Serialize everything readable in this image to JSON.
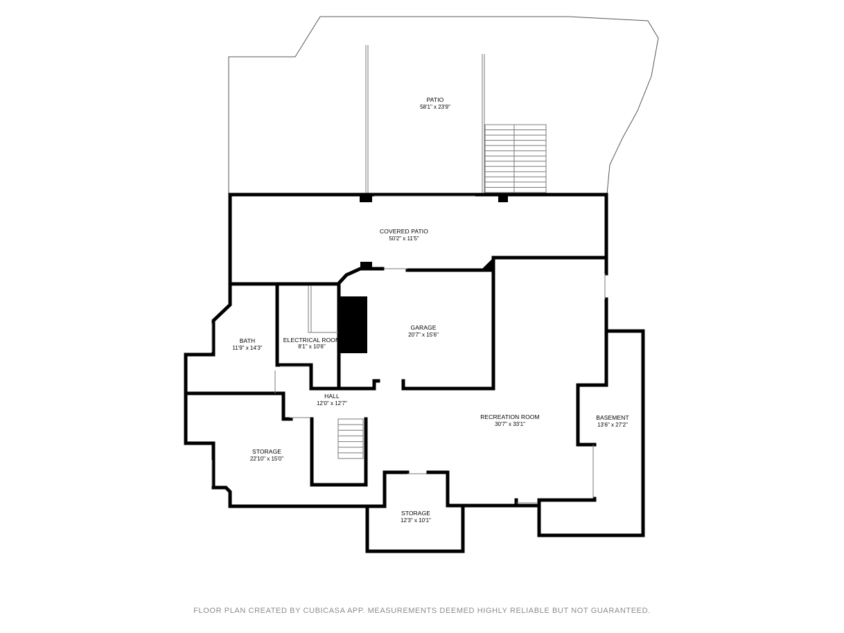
{
  "rooms": {
    "patio": {
      "name": "PATIO",
      "dims": "58'1\" x 23'9\""
    },
    "covered_patio": {
      "name": "COVERED PATIO",
      "dims": "50'2\" x 11'5\""
    },
    "garage": {
      "name": "GARAGE",
      "dims": "20'7\" x 15'6\""
    },
    "bath": {
      "name": "BATH",
      "dims": "11'9\" x 14'3\""
    },
    "electrical_room": {
      "name": "ELECTRICAL ROOM",
      "dims": "8'1\" x 10'6\""
    },
    "hall": {
      "name": "HALL",
      "dims": "12'0\" x 12'7\""
    },
    "recreation_room": {
      "name": "RECREATION ROOM",
      "dims": "30'7\" x 33'1\""
    },
    "basement": {
      "name": "BASEMENT",
      "dims": "13'6\" x 27'2\""
    },
    "storage_left": {
      "name": "STORAGE",
      "dims": "22'10\" x 15'0\""
    },
    "storage_bottom": {
      "name": "STORAGE",
      "dims": "12'3\" x 10'1\""
    }
  },
  "footer": {
    "text": "FLOOR PLAN CREATED BY CUBICASA APP. MEASUREMENTS DEEMED HIGHLY RELIABLE BUT NOT GUARANTEED."
  }
}
